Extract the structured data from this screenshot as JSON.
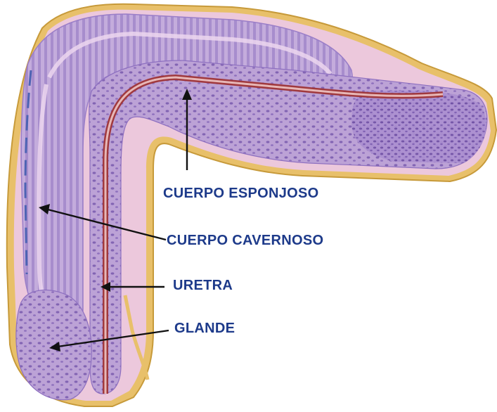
{
  "labels": {
    "esponjoso": "CUERPO ESPONJOSO",
    "cavernoso": "CUERPO CAVERNOSO",
    "uretra": "URETRA",
    "glande": "GLANDE"
  },
  "watermark": "",
  "colors": {
    "label_text": "#1d3a8a",
    "arrow": "#111111",
    "tunica_yellow": "#e8c06a",
    "tunica_dark": "#c79a3a",
    "skin_pink": "#ecc8dc",
    "tissue_lavender": "#bca2d6",
    "tissue_dots": "#6e4fa6",
    "septum_light": "#ecd6ee",
    "urethra_red": "#a0393e",
    "urethra_lumen": "#e7b7b7",
    "vessel_blue": "#4d63b3"
  }
}
